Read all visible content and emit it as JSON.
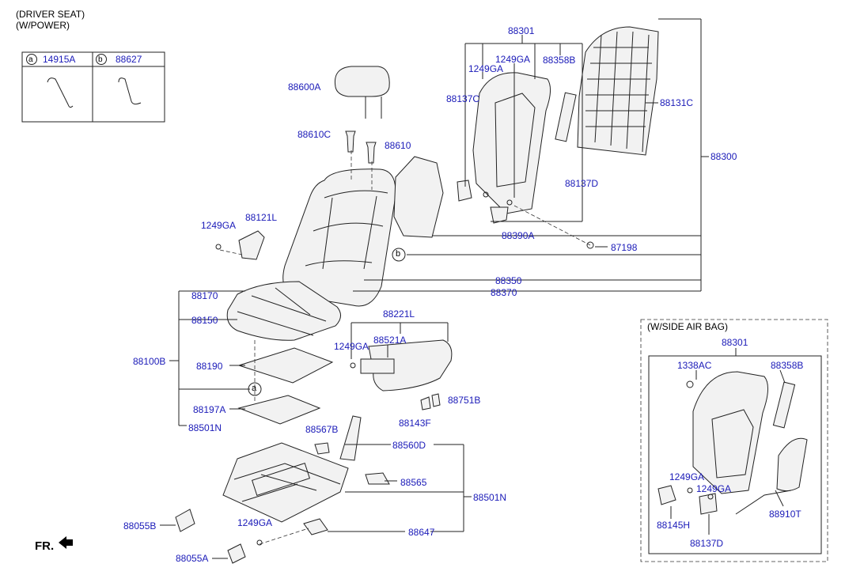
{
  "header": {
    "line1": "(DRIVER SEAT)",
    "line2": "(W/POWER)"
  },
  "legend": {
    "a_marker": "a",
    "a_part": "14915A",
    "b_marker": "b",
    "b_part": "88627"
  },
  "airbag_box": {
    "title": "(W/SIDE AIR BAG)"
  },
  "fr_label": "FR.",
  "callouts": {
    "p88301": "88301",
    "p1249GA_top": "1249GA",
    "p1249GA_top2": "1249GA",
    "p88358B": "88358B",
    "p88137C": "88137C",
    "p88131C": "88131C",
    "p88300": "88300",
    "p88137D": "88137D",
    "p88390A": "88390A",
    "p87198": "87198",
    "p88600A": "88600A",
    "p88610C": "88610C",
    "p88610": "88610",
    "p1249GA_left": "1249GA",
    "p88121L": "88121L",
    "b_callout": "b",
    "p88350": "88350",
    "p88370": "88370",
    "p88170": "88170",
    "p88150": "88150",
    "p88100B": "88100B",
    "p88190": "88190",
    "a_callout": "a",
    "p88197A": "88197A",
    "p88501N_left": "88501N",
    "p88221L": "88221L",
    "p1249GA_mid": "1249GA",
    "p88521A": "88521A",
    "p88751B": "88751B",
    "p88143F": "88143F",
    "p88567B": "88567B",
    "p88560D": "88560D",
    "p88565": "88565",
    "p88501N_right": "88501N",
    "p88055B": "88055B",
    "p1249GA_bottom": "1249GA",
    "p88647": "88647",
    "p88055A": "88055A",
    "ab_88301": "88301",
    "ab_1338AC": "1338AC",
    "ab_88358B": "88358B",
    "ab_1249GA_a": "1249GA",
    "ab_1249GA_b": "1249GA",
    "ab_88910T": "88910T",
    "ab_88145H": "88145H",
    "ab_88137D": "88137D"
  }
}
